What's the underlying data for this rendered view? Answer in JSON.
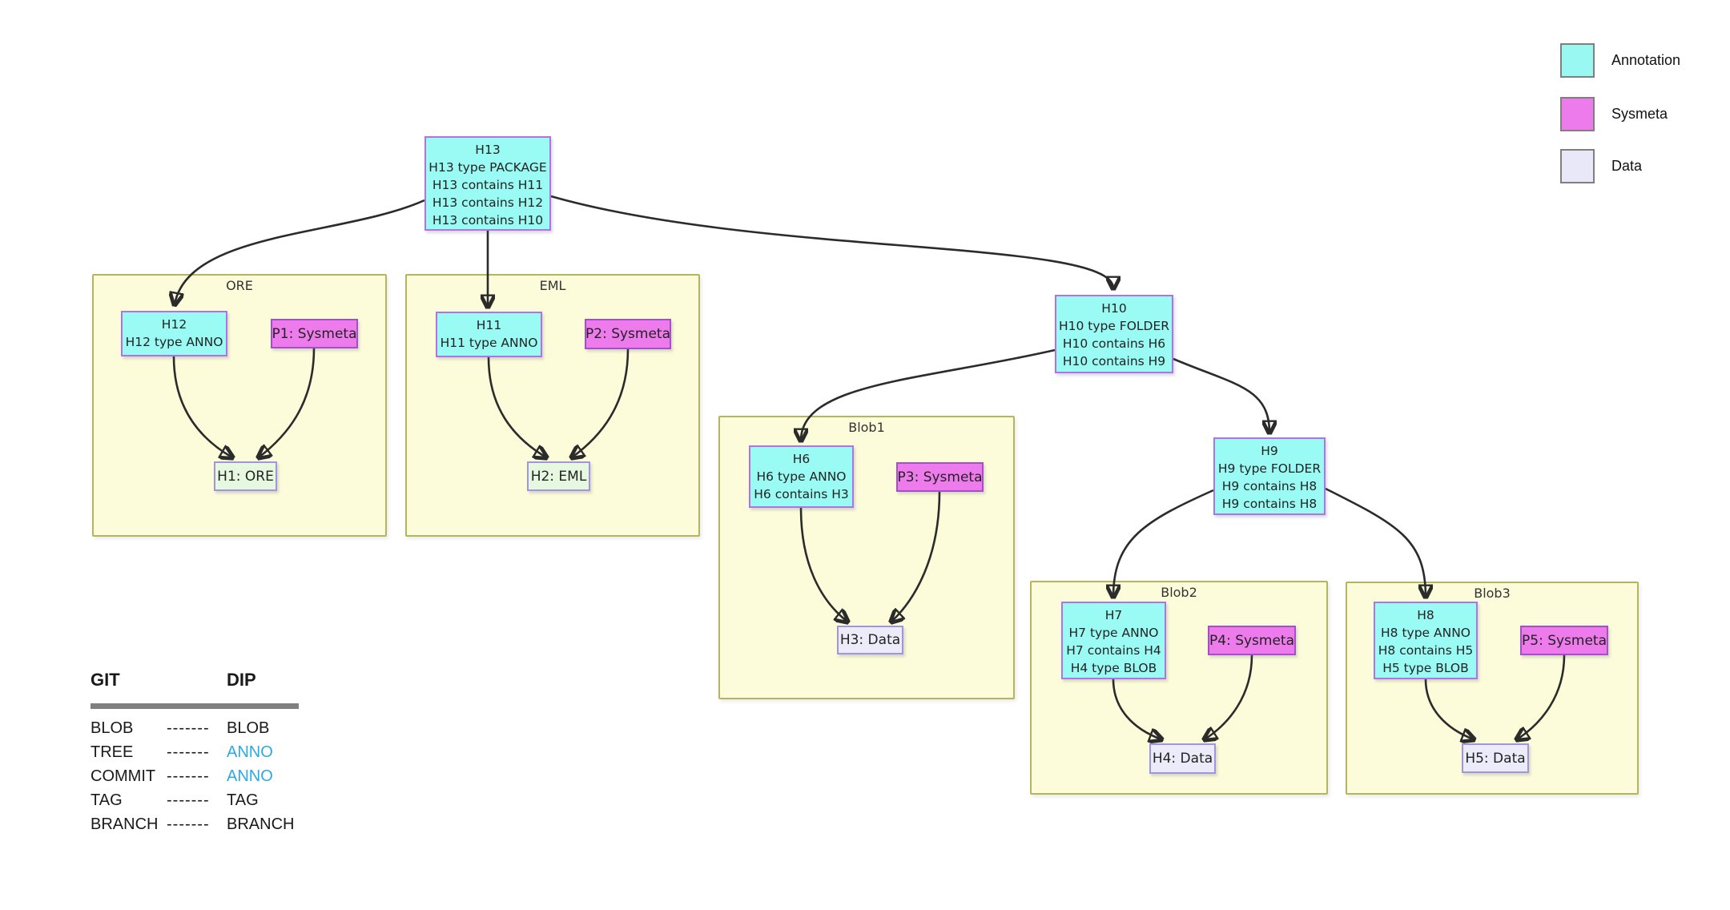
{
  "legend": {
    "items": [
      {
        "label": "Annotation",
        "color": "#99f8f1"
      },
      {
        "label": "Sysmeta",
        "color": "#ee7bec"
      },
      {
        "label": "Data",
        "color": "#e9e8f9"
      }
    ]
  },
  "groups": {
    "ore": {
      "title": "ORE"
    },
    "eml": {
      "title": "EML"
    },
    "blob1": {
      "title": "Blob1"
    },
    "blob2": {
      "title": "Blob2"
    },
    "blob3": {
      "title": "Blob3"
    }
  },
  "nodes": {
    "h13": {
      "lines": [
        "H13",
        "H13 type PACKAGE",
        "H13 contains H11",
        "H13 contains H12",
        "H13 contains H10"
      ]
    },
    "h12": {
      "lines": [
        "H12",
        "H12 type ANNO"
      ]
    },
    "h11": {
      "lines": [
        "H11",
        "H11 type ANNO"
      ]
    },
    "h10": {
      "lines": [
        "H10",
        "H10 type FOLDER",
        "H10 contains H6",
        "H10 contains H9"
      ]
    },
    "h9": {
      "lines": [
        "H9",
        "H9 type FOLDER",
        "H9 contains H8",
        "H9 contains H8"
      ]
    },
    "h6": {
      "lines": [
        "H6",
        "H6 type ANNO",
        "H6 contains H3"
      ]
    },
    "h7": {
      "lines": [
        "H7",
        "H7 type ANNO",
        "H7 contains H4",
        "H4 type BLOB"
      ]
    },
    "h8": {
      "lines": [
        "H8",
        "H8 type ANNO",
        "H8 contains H5",
        "H5 type BLOB"
      ]
    },
    "p1": {
      "label": "P1: Sysmeta"
    },
    "p2": {
      "label": "P2: Sysmeta"
    },
    "p3": {
      "label": "P3: Sysmeta"
    },
    "p4": {
      "label": "P4: Sysmeta"
    },
    "p5": {
      "label": "P5: Sysmeta"
    },
    "h1": {
      "label": "H1: ORE"
    },
    "h2": {
      "label": "H2: EML"
    },
    "h3": {
      "label": "H3: Data"
    },
    "h4": {
      "label": "H4: Data"
    },
    "h5": {
      "label": "H5: Data"
    }
  },
  "mapping_table": {
    "headers": [
      "GIT",
      "DIP"
    ],
    "dash": "-------",
    "rows": [
      {
        "git": "BLOB",
        "dip": "BLOB"
      },
      {
        "git": "TREE",
        "dip": "ANNO"
      },
      {
        "git": "COMMIT",
        "dip": "ANNO"
      },
      {
        "git": "TAG",
        "dip": "TAG"
      },
      {
        "git": "BRANCH",
        "dip": "BRANCH"
      }
    ],
    "highlight_color": "#29abe2"
  },
  "colors": {
    "annotation_fill": "#99fbf4",
    "sysmeta_fill": "#ee7bec",
    "data_fill": "#ebebfa",
    "result_green_fill": "#e6f8e0",
    "group_fill": "#fcfcda",
    "group_border": "#b5b55e",
    "node_border": "#b273e0",
    "edge_color": "#2b2b2b"
  }
}
